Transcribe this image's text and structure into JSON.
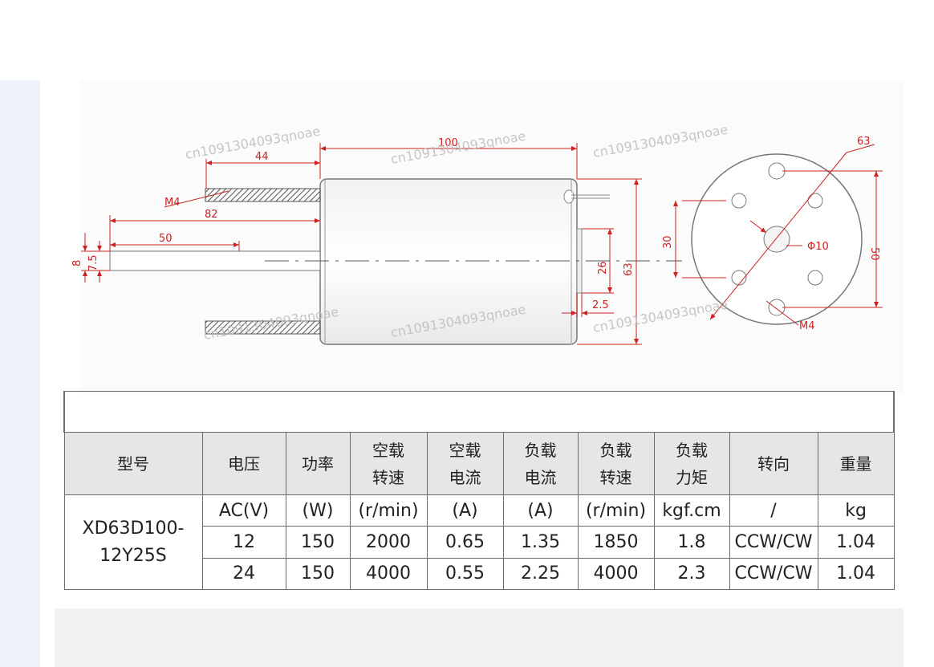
{
  "drawing": {
    "dims": {
      "d100": "100",
      "d44": "44",
      "d82": "82",
      "d50": "50",
      "m4_left": "M4",
      "d8": "8",
      "d7_5": "7.5",
      "d26": "26",
      "d63_side": "63",
      "d2_5": "2.5",
      "d63_face": "63",
      "d30": "30",
      "d50_face": "50",
      "phi10": "Φ10",
      "m4_face": "M4"
    },
    "watermark": "cn1091304093qnoae"
  },
  "table": {
    "headers": [
      [
        "型号"
      ],
      [
        "电压"
      ],
      [
        "功率"
      ],
      [
        "空载",
        "转速"
      ],
      [
        "空载",
        "电流"
      ],
      [
        "负载",
        "电流"
      ],
      [
        "负载",
        "转速"
      ],
      [
        "负载",
        "力矩"
      ],
      [
        "转向"
      ],
      [
        "重量"
      ]
    ],
    "model": [
      "XD63D100-",
      "12Y25S"
    ],
    "units": [
      "AC(V)",
      "(W)",
      "(r/min)",
      "(A)",
      "(A)",
      "(r/min)",
      "kgf.cm",
      "/",
      "kg"
    ],
    "rows": [
      [
        "12",
        "150",
        "2000",
        "0.65",
        "1.35",
        "1850",
        "1.8",
        "CCW/CW",
        "1.04"
      ],
      [
        "24",
        "150",
        "4000",
        "0.55",
        "2.25",
        "4000",
        "2.3",
        "CCW/CW",
        "1.04"
      ]
    ]
  },
  "colors": {
    "dimension": "#cc2222",
    "header_bg": "#e6e6e6",
    "grid": "#6a6a6a"
  }
}
